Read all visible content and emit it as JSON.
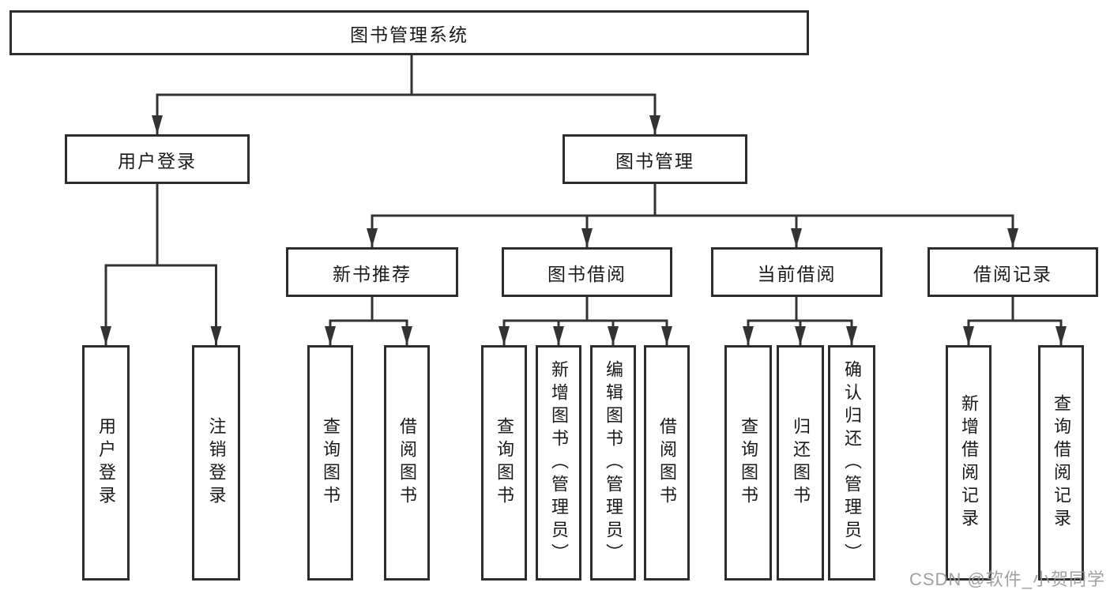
{
  "diagram": {
    "title": "图书管理系统",
    "level2": [
      {
        "label": "用户登录"
      },
      {
        "label": "图书管理"
      }
    ],
    "level3": [
      {
        "label": "新书推荐",
        "parent": "图书管理"
      },
      {
        "label": "图书借阅",
        "parent": "图书管理"
      },
      {
        "label": "当前借阅",
        "parent": "图书管理"
      },
      {
        "label": "借阅记录",
        "parent": "图书管理"
      }
    ],
    "leaves": [
      {
        "label": "用户登录",
        "parent": "用户登录"
      },
      {
        "label": "注销登录",
        "parent": "用户登录"
      },
      {
        "label": "查询图书",
        "parent": "新书推荐"
      },
      {
        "label": "借阅图书",
        "parent": "新书推荐"
      },
      {
        "label": "查询图书",
        "parent": "图书借阅"
      },
      {
        "label": "新增图书（管理员）",
        "parent": "图书借阅"
      },
      {
        "label": "编辑图书（管理员）",
        "parent": "图书借阅"
      },
      {
        "label": "借阅图书",
        "parent": "图书借阅"
      },
      {
        "label": "查询图书",
        "parent": "当前借阅"
      },
      {
        "label": "归还图书",
        "parent": "当前借阅"
      },
      {
        "label": "确认归还（管理员）",
        "parent": "当前借阅"
      },
      {
        "label": "新增借阅记录",
        "parent": "借阅记录"
      },
      {
        "label": "查询借阅记录",
        "parent": "借阅记录"
      }
    ]
  },
  "watermark": "CSDN @软件_小贺同学",
  "colors": {
    "background": "#ffffff",
    "box_border": "#2d2d2d",
    "connector_line": "#333333",
    "text": "#1a1a1a",
    "watermark_text": "#969696"
  }
}
